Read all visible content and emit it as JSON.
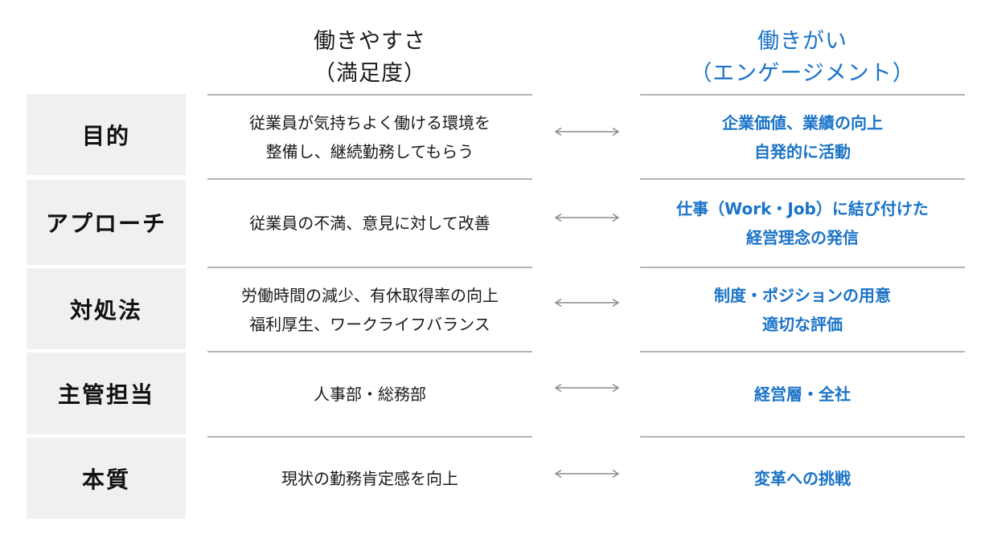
{
  "headers": {
    "left": {
      "line1": "働きやすさ",
      "line2": "（満足度）"
    },
    "right": {
      "line1": "働きがい",
      "line2": "（エンゲージメント）"
    }
  },
  "rows": [
    {
      "label": "目的",
      "left": [
        "従業員が気持ちよく働ける環境を",
        "整備し、継続勤務してもらう"
      ],
      "right": [
        "企業価値、業績の向上",
        "自発的に活動"
      ]
    },
    {
      "label": "アプローチ",
      "left": [
        "従業員の不満、意見に対して改善"
      ],
      "right": [
        "仕事（Work・Job）に結び付けた",
        "経営理念の発信"
      ]
    },
    {
      "label": "対処法",
      "left": [
        "労働時間の減少、有休取得率の向上",
        "福利厚生、ワークライフバランス"
      ],
      "right": [
        "制度・ポジションの用意",
        "適切な評価"
      ]
    },
    {
      "label": "主管担当",
      "left": [
        "人事部・総務部"
      ],
      "right": [
        "経営層・全社"
      ]
    },
    {
      "label": "本質",
      "left": [
        "現状の勤務肯定感を向上"
      ],
      "right": [
        "変革への挑戦"
      ]
    }
  ],
  "colors": {
    "accent": "#1a73c8",
    "label_bg": "#f0f0f0",
    "rule": "#b3b3b3",
    "arrow": "#8c8c8c"
  },
  "icons": {
    "connector": "double-headed-arrow-icon"
  }
}
